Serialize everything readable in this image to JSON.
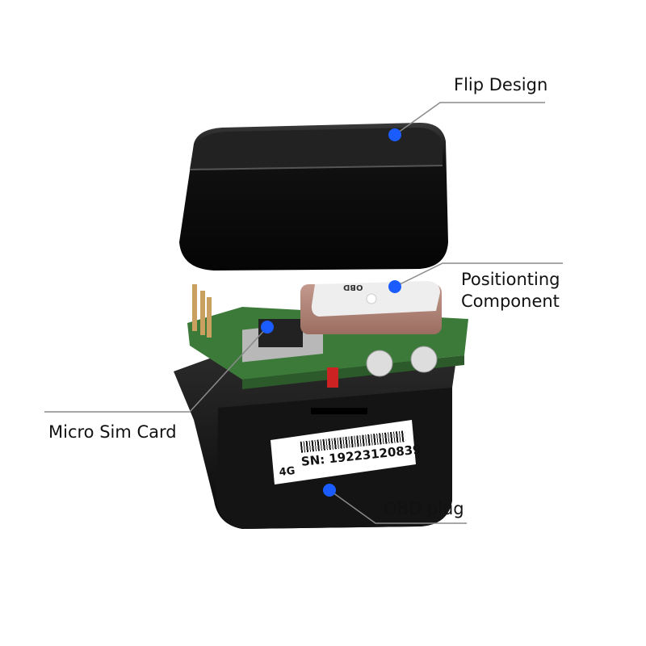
{
  "callouts": {
    "flip_design": "Flip Design",
    "positioning_line1": "Positionting",
    "positioning_line2": "Component",
    "micro_sim": "Micro Sim Card",
    "obd_plug": "OBD plug"
  },
  "device": {
    "network_badge": "4G",
    "serial_label": "SN: 19223120839",
    "gps_marking": "OBD"
  },
  "colors": {
    "dot": "#1a5cff",
    "line": "#8a8a8a"
  }
}
